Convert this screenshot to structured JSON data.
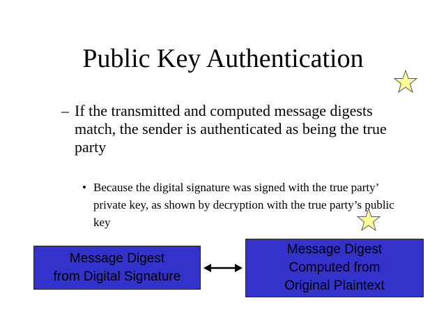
{
  "slide": {
    "title": "Public Key Authentication",
    "bullet1": {
      "marker": "–",
      "text": "If the transmitted and computed message digests match, the sender is authenticated as being the true party"
    },
    "bullet2": {
      "marker": "•",
      "text": "Because the digital signature was signed with the true party’ private key, as shown by decryption with the true party’s public key"
    },
    "box_left": {
      "lines": [
        "Message Digest",
        "from Digital Signature"
      ]
    },
    "box_right": {
      "lines": [
        "Message Digest",
        "Computed from",
        "Original Plaintext"
      ]
    },
    "colors": {
      "box": "#3333CC",
      "star": "#FFFF99"
    }
  }
}
